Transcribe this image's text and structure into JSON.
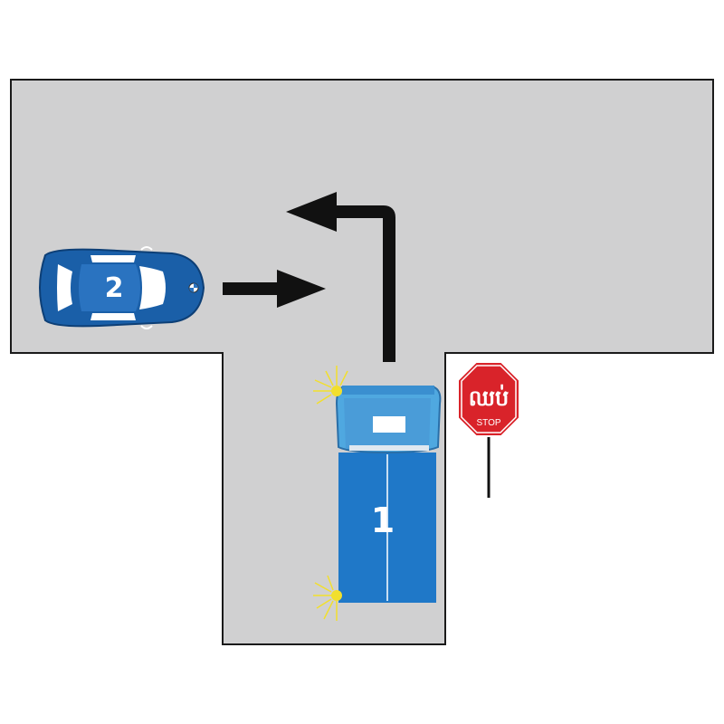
{
  "colors": {
    "road": "#d0d0d1",
    "road_edge": "#1a1a1a",
    "car": "#1a5fa8",
    "truck_cab": "#4fa8e0",
    "truck_body": "#1f78c8",
    "arrow": "#111111",
    "stop_sign": "#d9232a",
    "indicator": "#f2df2c"
  },
  "vehicles": {
    "car": {
      "number": "2",
      "icon": "car-icon"
    },
    "truck": {
      "number": "1",
      "icon": "truck-icon"
    }
  },
  "stop_sign": {
    "text_khmer": "ឈប់",
    "text_english": "STOP",
    "icon": "stop-sign-icon"
  }
}
